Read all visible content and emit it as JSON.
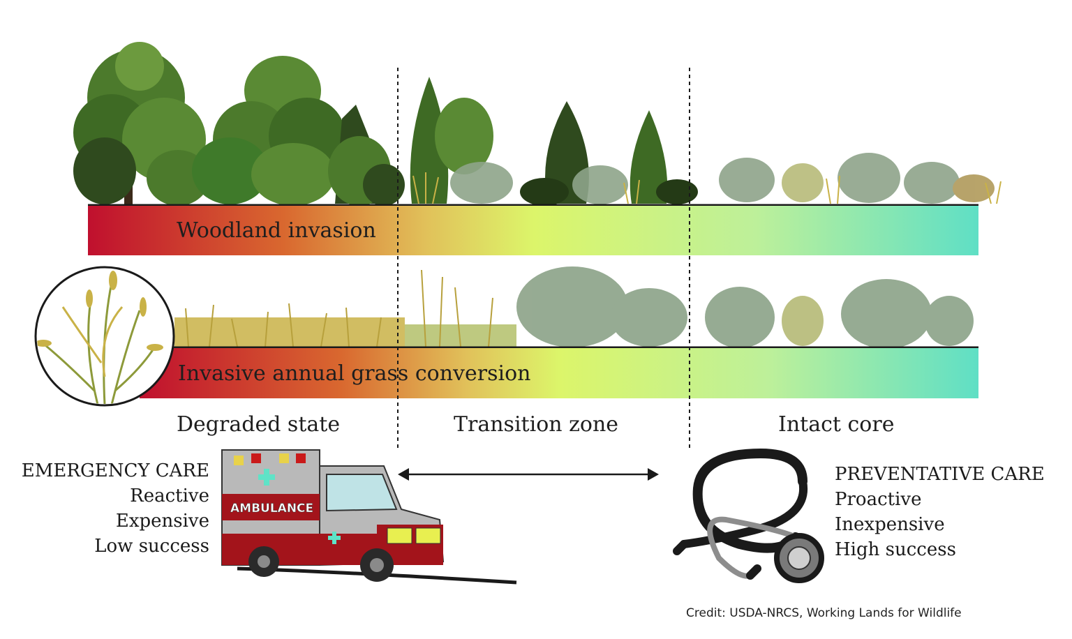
{
  "colors": {
    "gradient": [
      "#c0102e",
      "#d9682f",
      "#e1c15a",
      "#dcf56a",
      "#bdf09a",
      "#5fdfc5"
    ],
    "tree_dark": "#2f4a1e",
    "tree_mid": "#4c7a2c",
    "tree_light": "#7ea94a",
    "sage": "#8ea48a",
    "grass_yellow": "#c9b247",
    "ambulance_red": "#a3141b",
    "ambulance_gray": "#b9b9b9",
    "cross_teal": "#5fe3c7"
  },
  "bands": {
    "woodland": {
      "label": "Woodland invasion"
    },
    "annual_grass": {
      "label": "Invasive annual grass conversion"
    }
  },
  "zones": {
    "degraded": "Degraded state",
    "transition": "Transition zone",
    "intact": "Intact core"
  },
  "left_care": {
    "heading": "EMERGENCY CARE",
    "items": [
      "Reactive",
      "Expensive",
      "Low success"
    ]
  },
  "right_care": {
    "heading": "PREVENTATIVE CARE",
    "items": [
      "Proactive",
      "Inexpensive",
      "High success"
    ]
  },
  "ambulance": {
    "text": "AMBULANCE"
  },
  "icons": {
    "inset": "grass-seedhead-icon",
    "left": "ambulance-icon",
    "right": "stethoscope-icon",
    "arrow": "double-arrow-icon"
  },
  "credit": "Credit: USDA-NRCS, Working Lands for Wildlife"
}
